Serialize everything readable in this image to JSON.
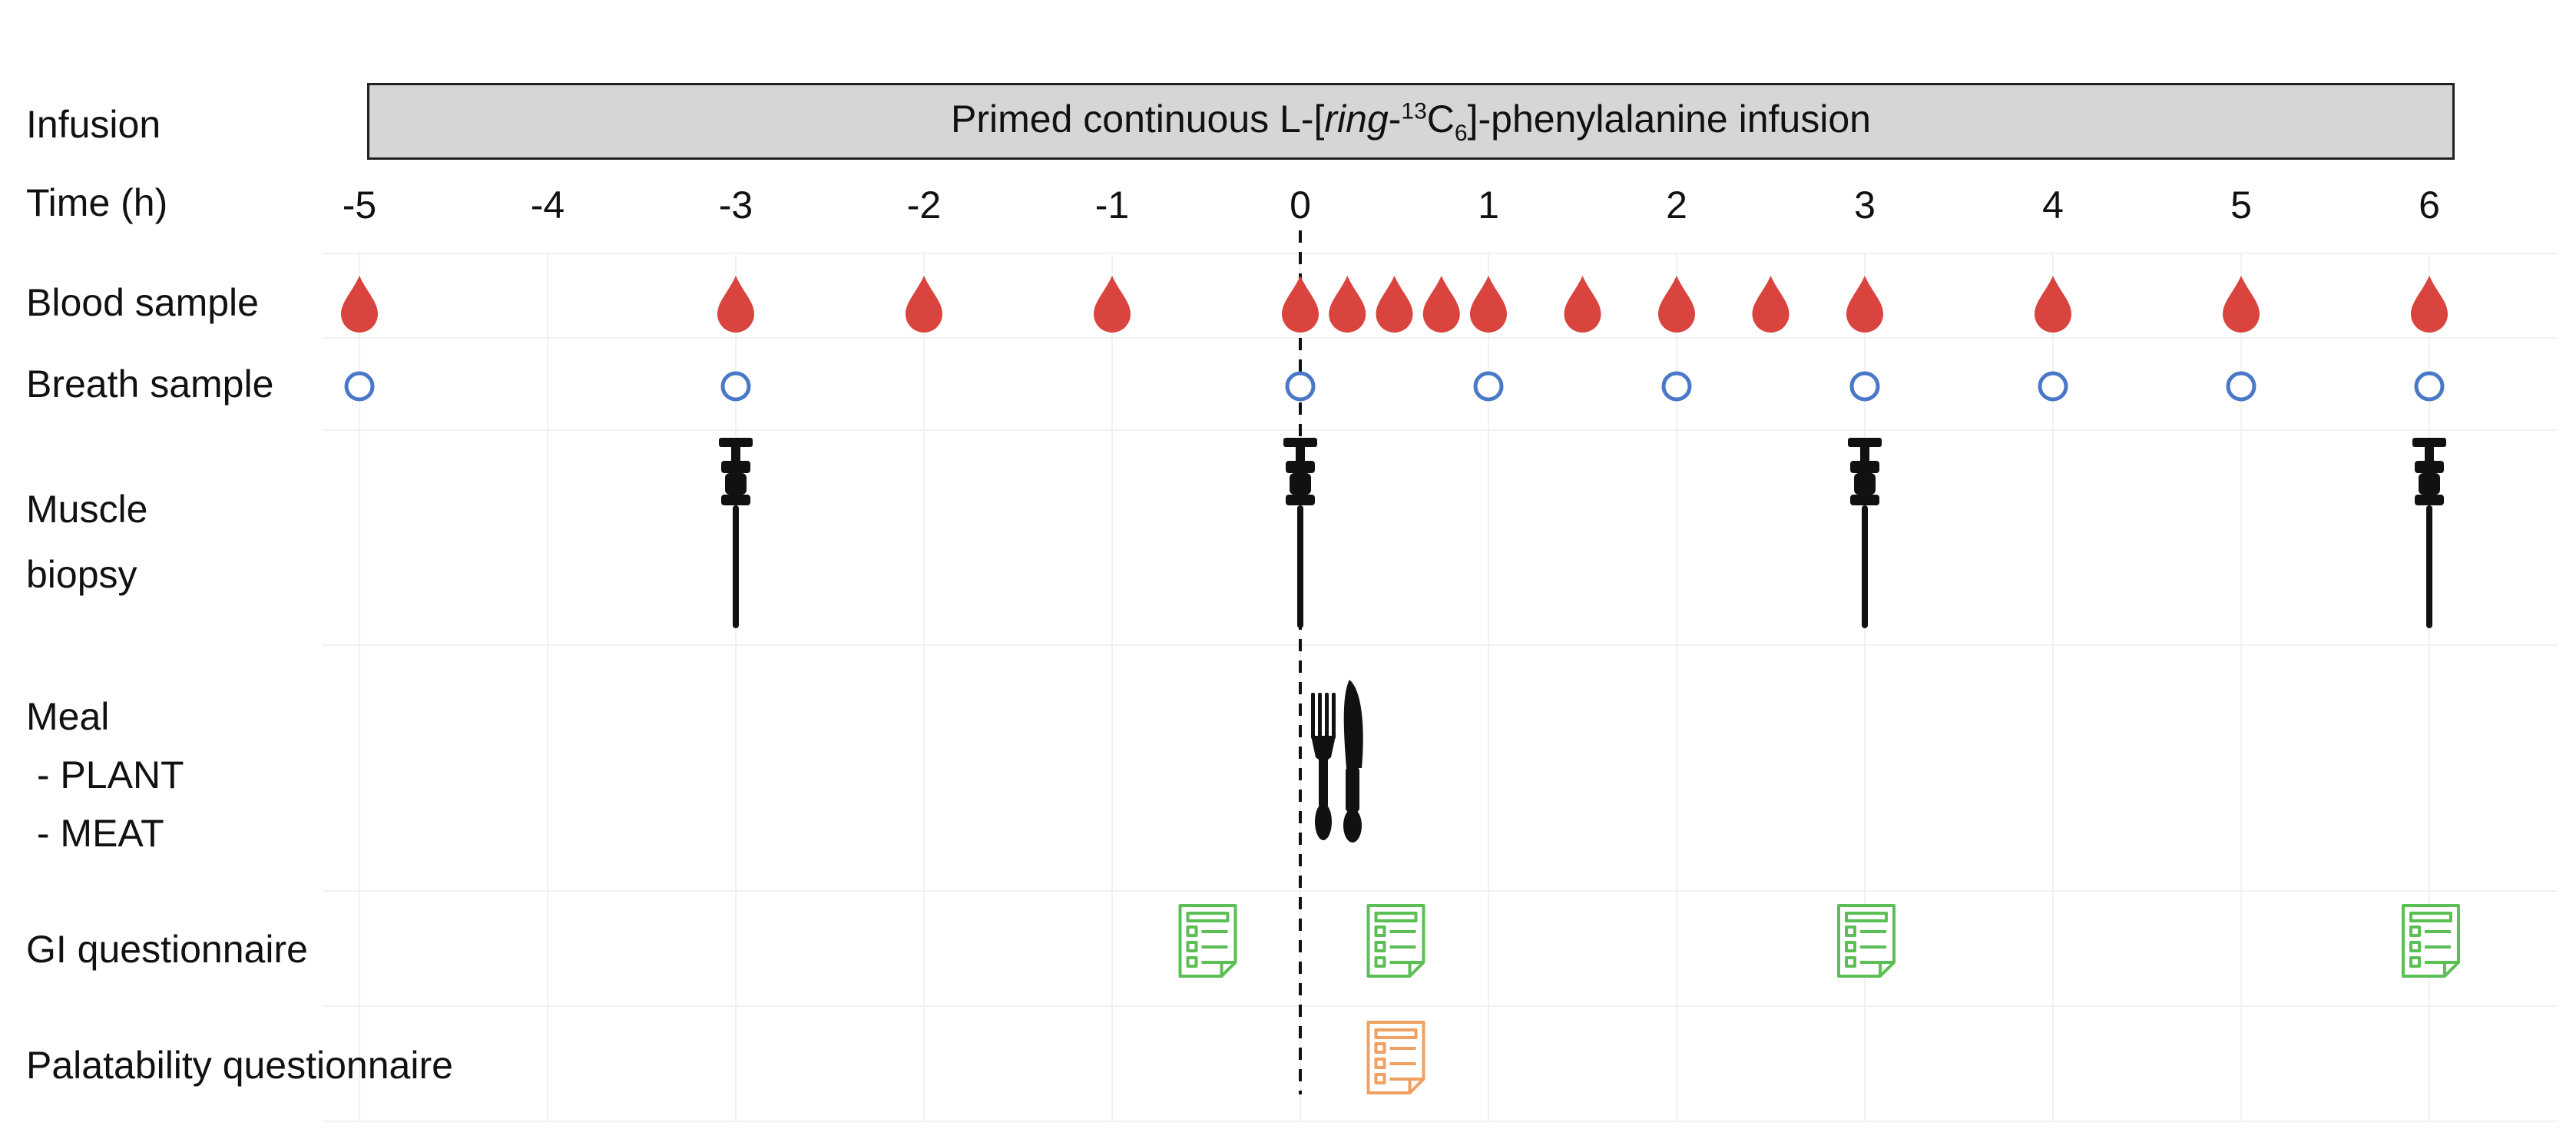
{
  "row_labels": {
    "infusion": "Infusion",
    "time": "Time (h)",
    "blood": "Blood sample",
    "breath": "Breath sample",
    "muscle_1": "Muscle",
    "muscle_2": "biopsy",
    "meal": "Meal",
    "meal_plant": " - PLANT",
    "meal_meat": " - MEAT",
    "gi": "GI questionnaire",
    "palatability": "Palatability questionnaire"
  },
  "infusion": {
    "prefix": "Primed continuous L-[",
    "italic": "ring",
    "dash": "-",
    "isotope_mass": "13",
    "element": "C",
    "atom_count": "6",
    "suffix": "]-phenylalanine infusion"
  },
  "time_ticks": [
    "-5",
    "-4",
    "-3",
    "-2",
    "-1",
    "0",
    "1",
    "2",
    "3",
    "4",
    "5",
    "6"
  ],
  "time_values": [
    -5,
    -4,
    -3,
    -2,
    -1,
    0,
    1,
    2,
    3,
    4,
    5,
    6
  ],
  "blood_samples_h": [
    -5,
    -3,
    -2,
    -1,
    0,
    0.25,
    0.5,
    0.75,
    1,
    1.5,
    2,
    2.5,
    3,
    4,
    5,
    6
  ],
  "breath_samples_h": [
    -5,
    -3,
    0,
    1,
    2,
    3,
    4,
    5,
    6
  ],
  "muscle_biopsies_h": [
    -3,
    0,
    3,
    6
  ],
  "meal_h": 0,
  "gi_questionnaires_h": [
    -0.5,
    0.5,
    3,
    6
  ],
  "palatability_questionnaires_h": [
    0.5
  ],
  "colors": {
    "blood": "#d9443f",
    "breath": "#4a78c8",
    "biopsy": "#111111",
    "gi": "#5cbf55",
    "palatability": "#f0a060",
    "infusion_fill": "#d6d6d6",
    "grid": "#f1f1f1"
  },
  "icons": {
    "blood": "blood-drop-icon",
    "breath": "breath-circle-icon",
    "biopsy": "biopsy-needle-icon",
    "meal": "fork-knife-icon",
    "questionnaire": "questionnaire-sheet-icon"
  }
}
